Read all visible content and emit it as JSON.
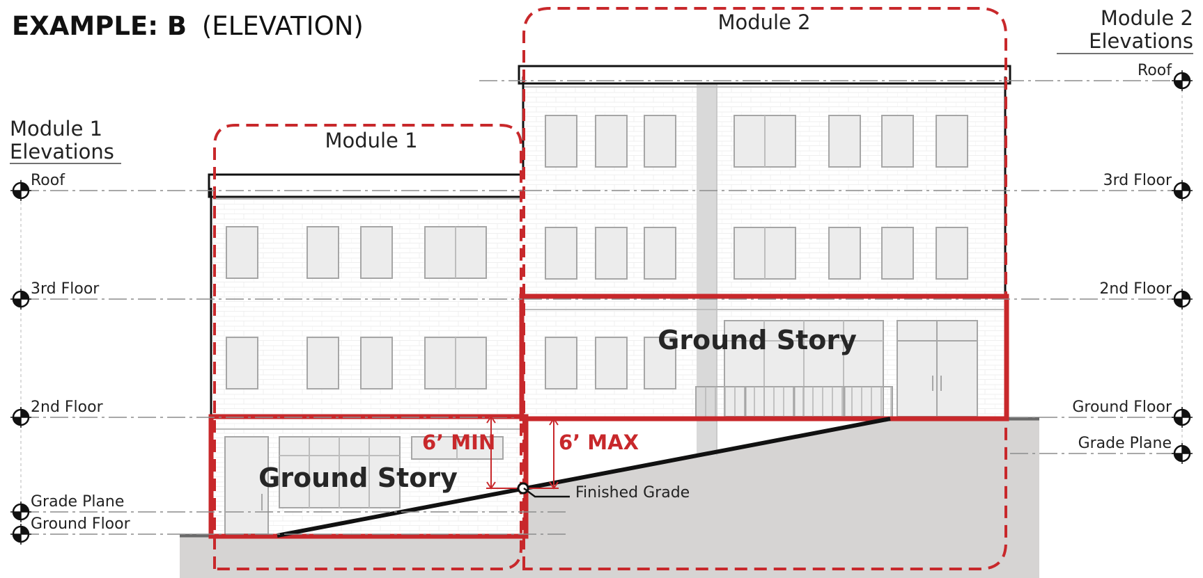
{
  "title": {
    "bold": "EXAMPLE: B",
    "paren": "(ELEVATION)"
  },
  "modules": {
    "module1": "Module 1",
    "module2": "Module 2"
  },
  "left_legend": {
    "heading_line1": "Module 1",
    "heading_line2": "Elevations",
    "levels": [
      "Roof",
      "3rd Floor",
      "2nd Floor",
      "Grade Plane",
      "Ground Floor"
    ]
  },
  "right_legend": {
    "heading_line1": "Module 2",
    "heading_line2": "Elevations",
    "levels": [
      "Roof",
      "3rd Floor",
      "2nd Floor",
      "Ground Floor",
      "Grade Plane"
    ]
  },
  "ground_story_label": "Ground Story",
  "dimensions": {
    "min": "6’ MIN",
    "max": "6’ MAX"
  },
  "finished_grade_label": "Finished Grade",
  "colors": {
    "accent_red": "#c8282b",
    "building_outline": "#111111",
    "ground_fill": "#d6d4d3",
    "window_fill": "#ececec"
  }
}
